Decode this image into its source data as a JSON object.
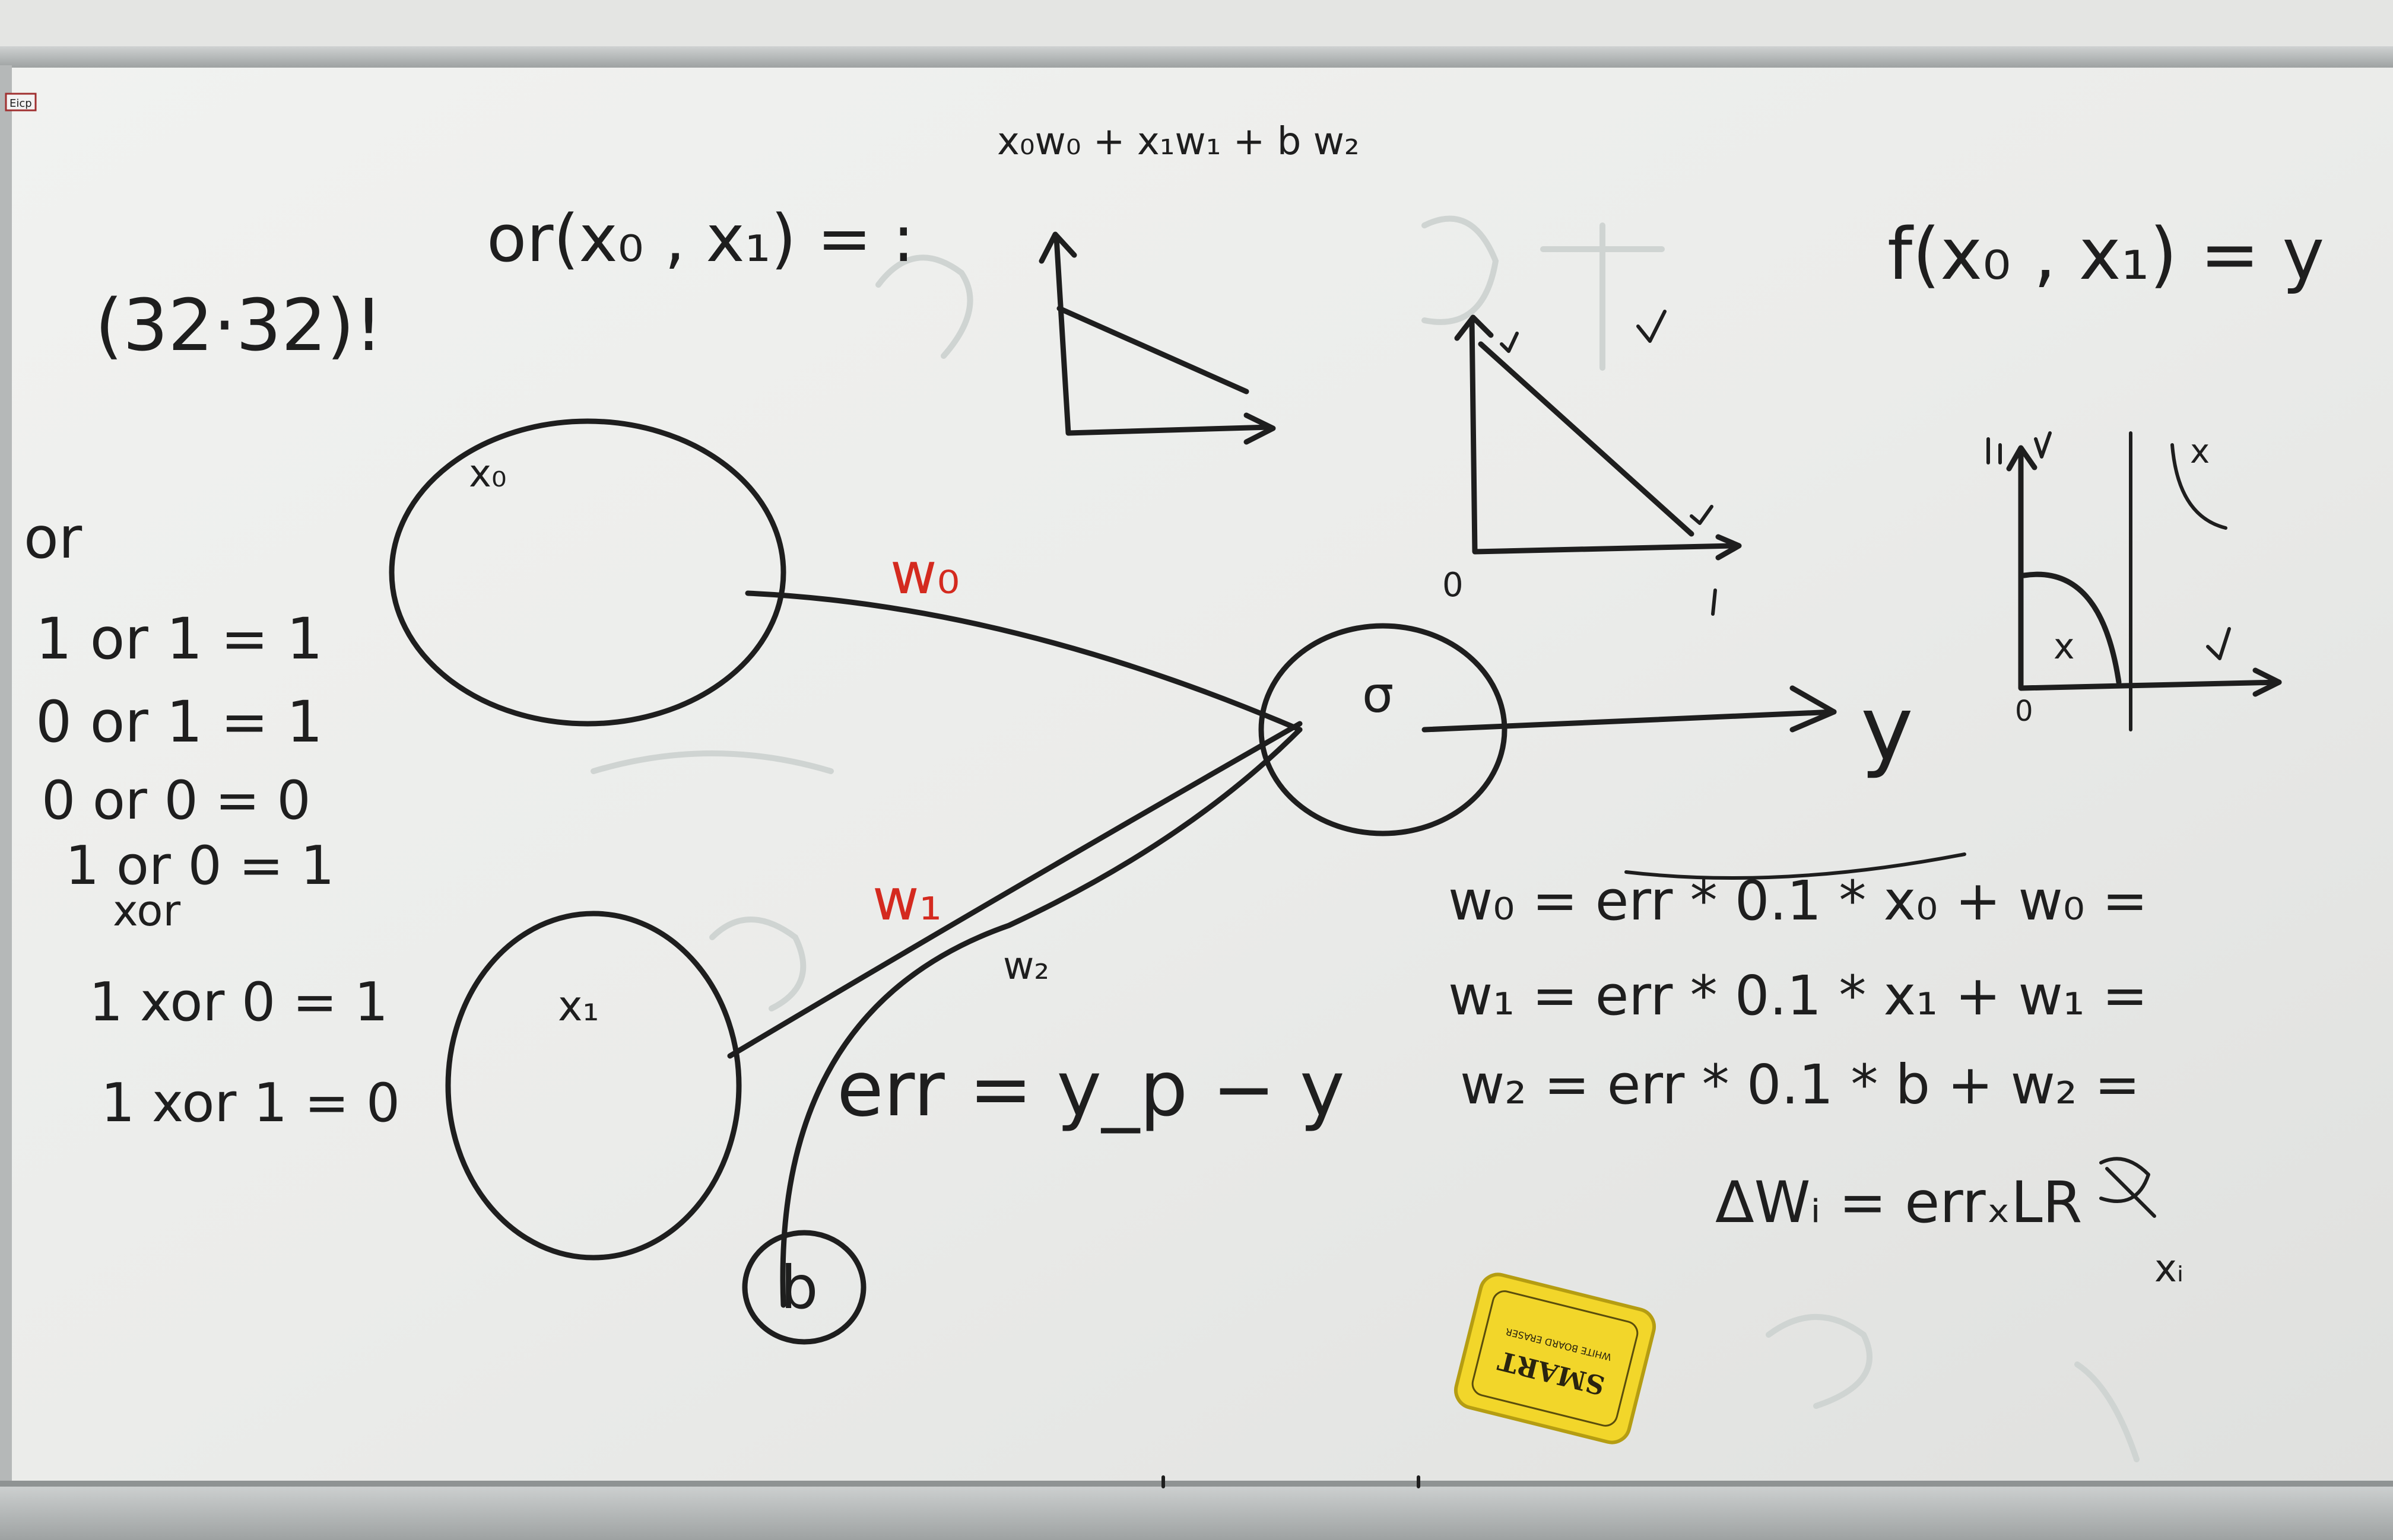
{
  "whiteboard": {
    "top_left": {
      "factorial": "(32·32)!"
    },
    "or_function": "or(x₀ , x₁) = :",
    "weighted_sum": "x₀w₀ + x₁w₁ + b w₂",
    "truth_tables": {
      "or_heading": "or",
      "or_rows": [
        "1 or 1 = 1",
        "0 or 1 = 1",
        "0 or 0 = 0",
        "1 or 0 = 1"
      ],
      "xor_heading": "xor",
      "xor_rows": [
        "1 xor 0 = 1",
        "1 xor 1 = 0"
      ]
    },
    "network": {
      "input_x0": "x₀",
      "input_x1": "x₁",
      "bias": "b",
      "neuron": "σ",
      "output": "y",
      "weight_w0": "w₀",
      "weight_w1": "w₁",
      "weight_w2": "w₂"
    },
    "error_formula": "err = y_p − y",
    "function_def": "f(x₀ , x₁) = y",
    "graph_labels": {
      "g2_origin": "0",
      "g2_x_one": "1",
      "g3_origin": "0",
      "g3_region": "x",
      "g3_top": "x"
    },
    "update_rules": [
      "w₀ = err * 0.1 * x₀  + w₀ =",
      "w₁ = err * 0.1 * x₁  + w₁ =",
      "w₂ = err * 0.1 * b  + w₂ ="
    ],
    "delta_rule": "ΔWᵢ = errₓLR",
    "delta_rule_sub": "xᵢ",
    "eraser_brand": "SMART",
    "eraser_sub": "WHITE BOARD ERASER",
    "corner_sticker": "Eicp"
  },
  "colors": {
    "ink": "#1e1e1e",
    "red_ink": "#d42a1f",
    "board": "#ececea",
    "eraser": "#f2d62a",
    "frame": "#b9bcbc"
  }
}
